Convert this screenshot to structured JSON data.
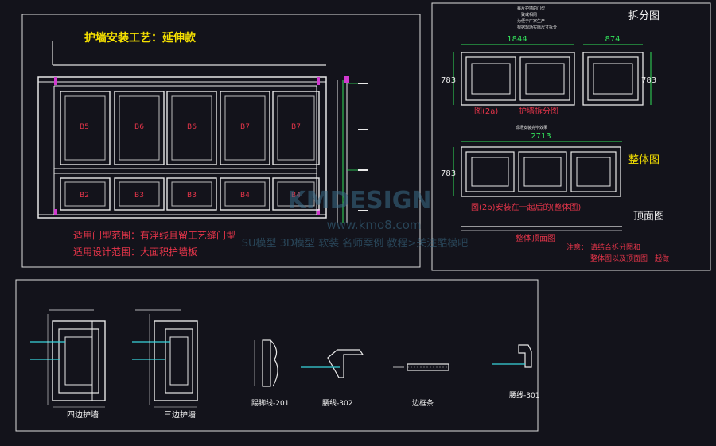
{
  "main": {
    "title": "护墙安装工艺：延伸款",
    "panel_labels_top": [
      "B5",
      "B6",
      "B6",
      "B7",
      "B7"
    ],
    "panel_labels_bottom": [
      "B2",
      "B3",
      "B3",
      "B4",
      "B4"
    ],
    "scope_door": "适用门型范围：有浮线且留工艺缝门型",
    "scope_design": "适用设计范围：大面积护墙板"
  },
  "split": {
    "title": "拆分图",
    "width_left": "1844",
    "width_right": "874",
    "height_left": "783",
    "height_right": "783",
    "caption_2a": "图(2a)",
    "caption_split": "护墙拆分图",
    "note_lines": [
      "每片护墙的门型",
      "一致或相同",
      "为便于厂家生产",
      "根据现场实际尺寸拆分"
    ]
  },
  "whole": {
    "title": "整体图",
    "width": "2713",
    "height": "783",
    "header_note": "现场安装完毕效果",
    "caption": "图(2b)安装在一起后的(整体图)"
  },
  "top_view": {
    "title": "顶面图",
    "caption": "整体顶面图"
  },
  "note": {
    "label": "注意：",
    "line1": "请结合拆分图和",
    "line2": "整体图以及顶面图一起做"
  },
  "details": {
    "four_side": "四边护墙",
    "three_side": "三边护墙",
    "skirting": "踢脚线-201",
    "waist_302": "腰线-302",
    "edge_strip": "边框条",
    "waist_301": "腰线-301"
  },
  "watermark": {
    "brand": "KMDESIGN",
    "site": "www.kmo8.com",
    "slogan": "SU模型 3D模型 软装 名师案例 教程>关注酷模吧"
  },
  "colors": {
    "background": "#13131b",
    "frame": "#e8e8e8",
    "title_yellow": "#f5e000",
    "dim_green": "#32e05a",
    "red_text": "#e6354a",
    "magenta": "#d23ad0",
    "cyan": "#39d4dc"
  }
}
